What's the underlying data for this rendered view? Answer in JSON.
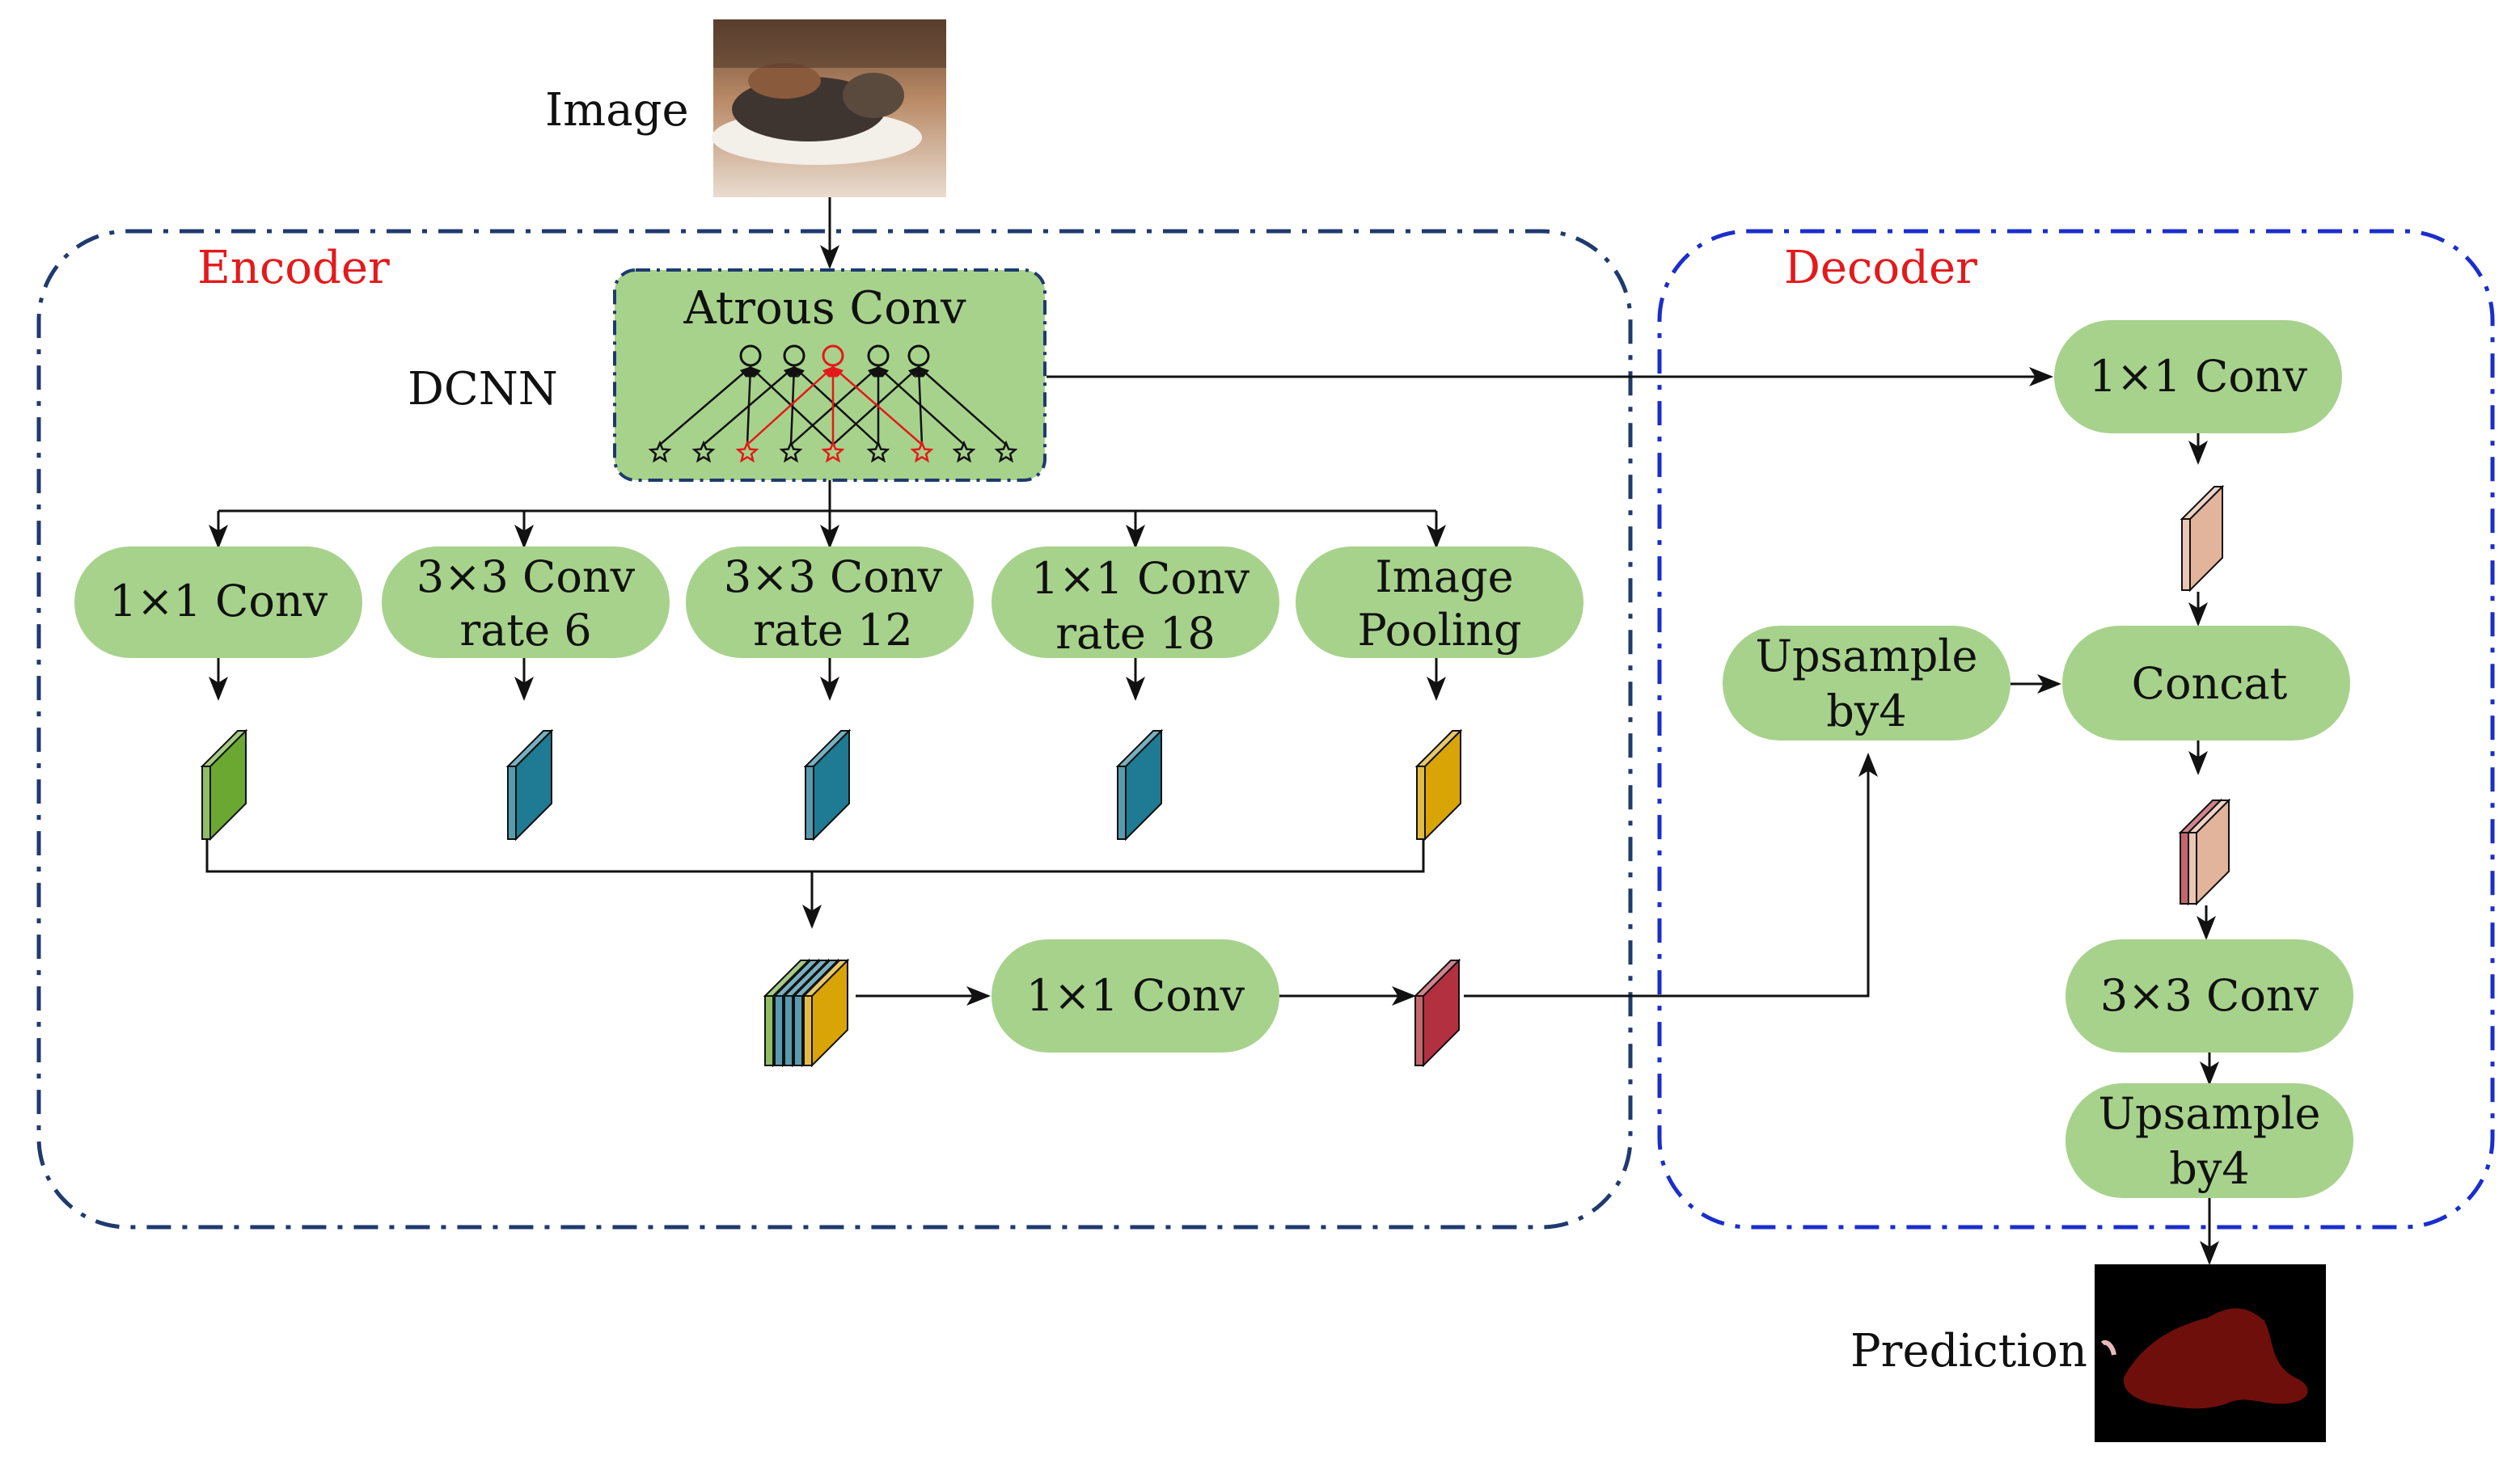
{
  "labels": {
    "image": "Image",
    "encoder": "Encoder",
    "decoder": "Decoder",
    "dcnn": "DCNN",
    "atrous_conv": "Atrous Conv",
    "prediction": "Prediction"
  },
  "encoder": {
    "branches": [
      {
        "line1": "1×1 Conv",
        "line2": ""
      },
      {
        "line1": "3×3 Conv",
        "line2": "rate 6"
      },
      {
        "line1": "3×3 Conv",
        "line2": "rate 12"
      },
      {
        "line1": "1×1 Conv",
        "line2": "rate 18"
      },
      {
        "line1": "Image",
        "line2": "Pooling"
      }
    ],
    "fuse_conv": "1×1 Conv"
  },
  "decoder": {
    "conv1x1": "1×1 Conv",
    "upsample1_line1": "Upsample",
    "upsample1_line2": "by4",
    "concat": "Concat",
    "conv3x3": "3×3 Conv",
    "upsample2_line1": "Upsample",
    "upsample2_line2": "by4"
  },
  "colors": {
    "pill": "#a7d28c",
    "encoder_border": "#1f3a6e",
    "decoder_border": "#1a2ecc",
    "label_red": "#e3191b",
    "feature_green": "#6aa832",
    "feature_blue": "#1f7a94",
    "feature_yellow": "#d9a406",
    "feature_red": "#b33040",
    "feature_pink": "#e3b49c"
  }
}
